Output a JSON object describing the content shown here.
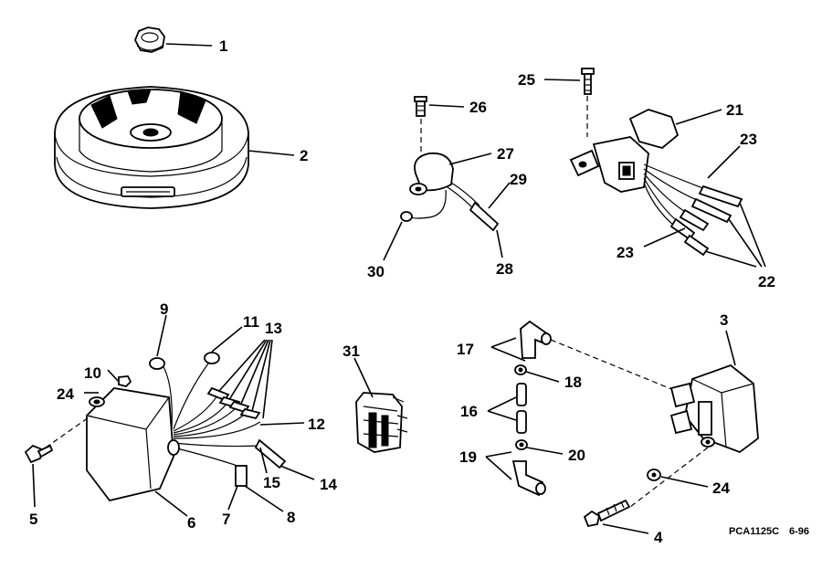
{
  "callouts": {
    "c1": "1",
    "c2": "2",
    "c3": "3",
    "c4": "4",
    "c5": "5",
    "c6": "6",
    "c7": "7",
    "c8": "8",
    "c9": "9",
    "c10": "10",
    "c11": "11",
    "c12": "12",
    "c13": "13",
    "c14": "14",
    "c15": "15",
    "c16": "16",
    "c17": "17",
    "c18": "18",
    "c19": "19",
    "c20": "20",
    "c21": "21",
    "c22": "22",
    "c23a": "23",
    "c23b": "23",
    "c24a": "24",
    "c24b": "24",
    "c25": "25",
    "c26": "26",
    "c27": "27",
    "c28": "28",
    "c29": "29",
    "c30": "30",
    "c31": "31"
  },
  "footer": {
    "code": "PCA1125C",
    "date": "6-96"
  }
}
